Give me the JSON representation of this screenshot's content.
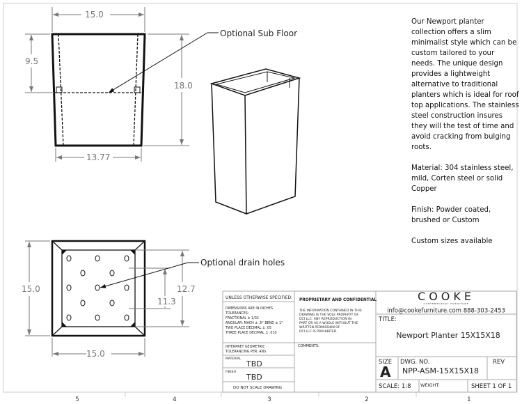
{
  "description": {
    "intro": "Our Newport planter collection offers a slim minimalist style which can be custom tailored to your needs. The unique design provides a lightweight alternative to traditional planters which is ideal for roof top applications. The stainless steel construction insures they will the test of time and avoid cracking from bulging roots.",
    "material": "Material: 304 stainless steel, mild, Corten steel or solid Copper",
    "finish": "Finish: Powder coated, brushed or Custom",
    "custom": "Custom sizes available"
  },
  "front_view": {
    "top_width": "15.0",
    "bottom_width": "13.77",
    "floor_height": "9.5",
    "height": "18.0",
    "callout": "Optional Sub Floor"
  },
  "top_view": {
    "width": "15.0",
    "depth": "15.0",
    "inner_a": "12.7",
    "inner_b": "11.3",
    "callout": "Optional drain holes"
  },
  "title_block": {
    "unless": "UNLESS OTHERWISE SPECIFIED:",
    "tolerances": [
      "DIMENSIONS ARE IN INCHES",
      "TOLERANCES:",
      "FRACTIONAL ± 1/32",
      "ANGULAR: MACH ± .5° BEND ± 1°",
      "TWO PLACE DECIMAL   ± .05",
      "THREE PLACE DECIMAL  ± .010"
    ],
    "interpret": [
      "INTERPRET GEOMETRIC",
      "TOLERANCING PER: ANS"
    ],
    "material_label": "MATERIAL",
    "material": "TBD",
    "finish_label": "FINISH",
    "finish": "TBD",
    "no_scale": "DO NOT SCALE DRAWING",
    "proprietary": "PROPRIETARY AND CONFIDENTIAL",
    "proprietary_text": [
      "THE INFORMATION CONTAINED IN THIS",
      "DRAWING IS THE SOLE PROPERTY OF",
      "DCI LLC.  ANY REPRODUCTION IN",
      "PART OR AS A WHOLE WITHOUT THE",
      "WRITTEN PERMISSION OF",
      "DCI LLC IS PROHIBITED."
    ],
    "comments": "COMMENTS:",
    "company": "COOKE",
    "company_sub": "CONTEMPORARY FURNITURE",
    "contact": "info@cookefurniture.com 888-303-2453",
    "title_label": "TITLE:",
    "title": "Newport Planter 15X15X18",
    "size_label": "SIZE",
    "size": "A",
    "dwg_label": "DWG.  NO.",
    "dwg_no": "NPP-ASM-15X15X18",
    "rev_label": "REV",
    "scale": "SCALE: 1:8",
    "weight": "WEIGHT:",
    "sheet": "SHEET 1 OF 1"
  },
  "zones": [
    "5",
    "4",
    "3",
    "2",
    "1"
  ]
}
